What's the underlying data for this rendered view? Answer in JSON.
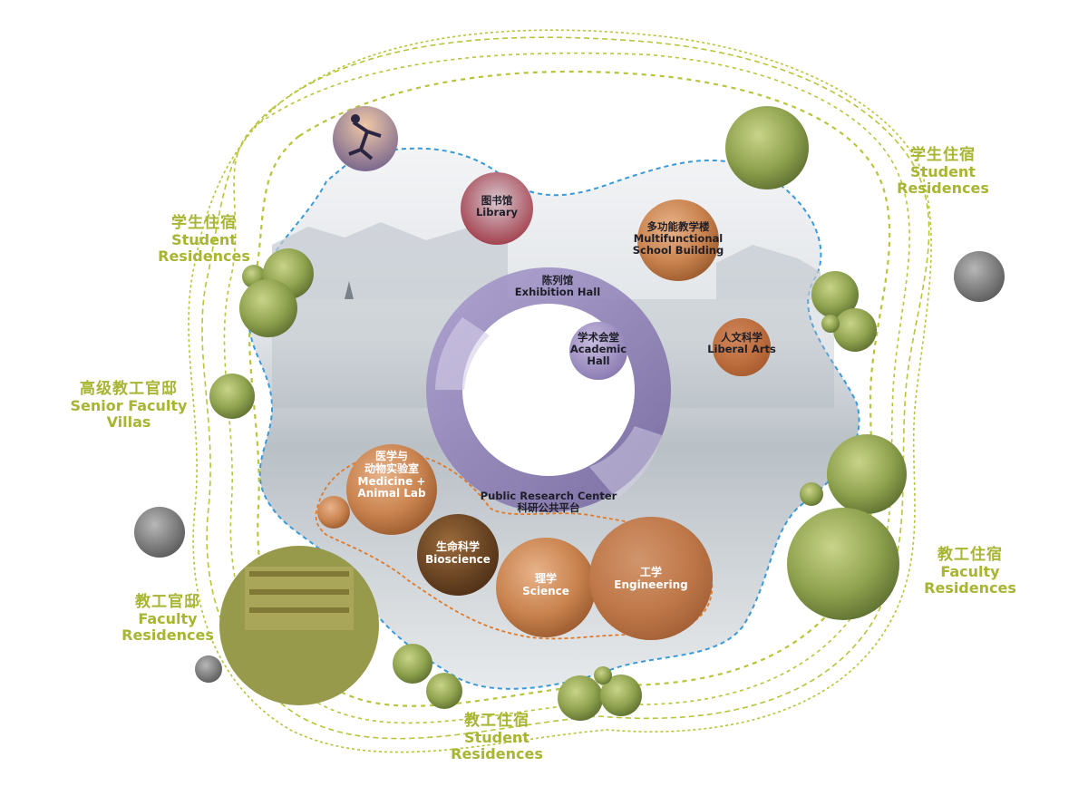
{
  "colors": {
    "green": "#a8b532",
    "dashed_blue": "#3a9ad9",
    "dashed_orange": "#e07a2a",
    "purple_ring": "#8a7bb0",
    "water": "#c9cfd5"
  },
  "outer_labels": {
    "student_residences_top_right": {
      "zh": "学生住宿",
      "en1": "Student",
      "en2": "Residences"
    },
    "student_residences_left": {
      "zh": "学生住宿",
      "en1": "Student",
      "en2": "Residences"
    },
    "senior_faculty_villas": {
      "zh": "高级教工官邸",
      "en1": "Senior Faculty",
      "en2": "Villas"
    },
    "faculty_residences_left": {
      "zh": "教工官邸",
      "en1": "Faculty",
      "en2": "Residences"
    },
    "faculty_residences_right": {
      "zh": "教工住宿",
      "en1": "Faculty",
      "en2": "Residences"
    },
    "staff_student_residences_bottom": {
      "zh": "教工住宿",
      "en1": "Student",
      "en2": "Residences"
    }
  },
  "inner": {
    "library": {
      "zh": "图书馆",
      "en": "Library"
    },
    "multifunctional": {
      "zh": "多功能教学楼",
      "en1": "Multifunctional",
      "en2": "School Building"
    },
    "exhibition_hall": {
      "zh": "陈列馆",
      "en": "Exhibition Hall"
    },
    "academic_hall": {
      "zh": "学术会堂",
      "en1": "Academic",
      "en2": "Hall"
    },
    "liberal_arts": {
      "zh": "人文科学",
      "en": "Liberal Arts"
    },
    "public_research_center": {
      "en": "Public Research Center",
      "zh": "科研公共平台"
    },
    "medicine_lab": {
      "zh1": "医学与",
      "zh2": "动物实验室",
      "en1": "Medicine +",
      "en2": "Animal Lab"
    },
    "bioscience": {
      "zh": "生命科学",
      "en": "Bioscience"
    },
    "science": {
      "zh": "理学",
      "en": "Science"
    },
    "engineering": {
      "zh": "工学",
      "en": "Engineering"
    }
  }
}
